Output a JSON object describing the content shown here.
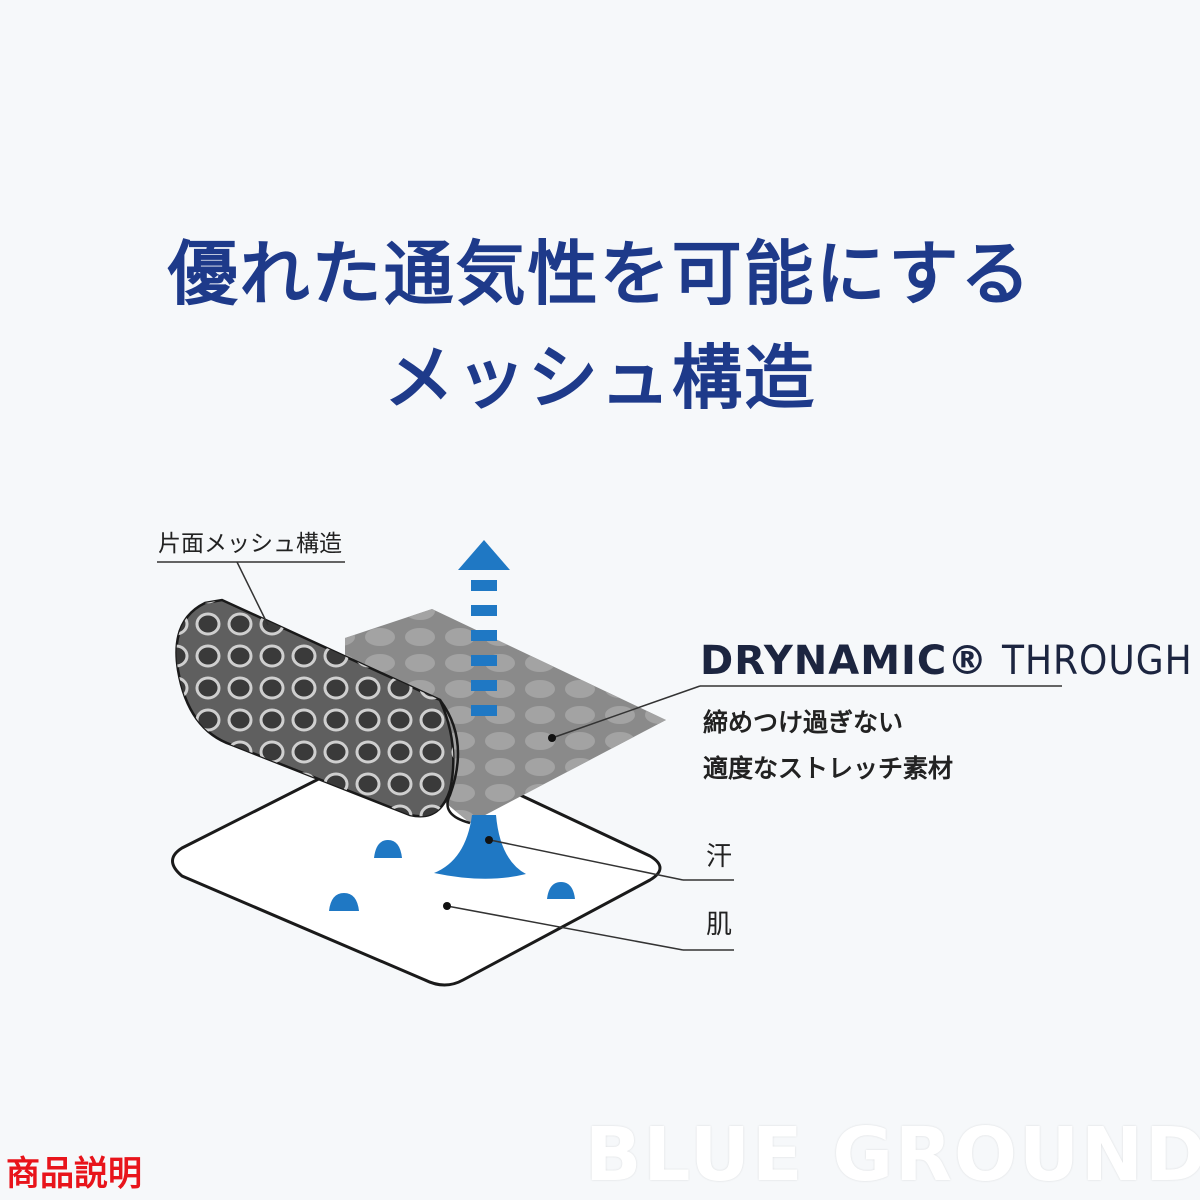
{
  "headline": {
    "line1": "優れた通気性を可能にする",
    "line2": "メッシュ構造"
  },
  "labels": {
    "mesh_structure": "片面メッシュ構造",
    "brand_bold": "DRYNAMIC®",
    "brand_thin": "THROUGH",
    "desc_line1": "締めつけ過ぎない",
    "desc_line2": "適度なストレッチ素材",
    "sweat": "汗",
    "skin": "肌"
  },
  "footer": {
    "tag": "商品説明",
    "watermark": "BLUE GROUND"
  },
  "colors": {
    "headline": "#1e3a8a",
    "accent_blue": "#1f78c4",
    "mesh_gray": "#8a8a8a",
    "tag_red": "#e8141b"
  }
}
